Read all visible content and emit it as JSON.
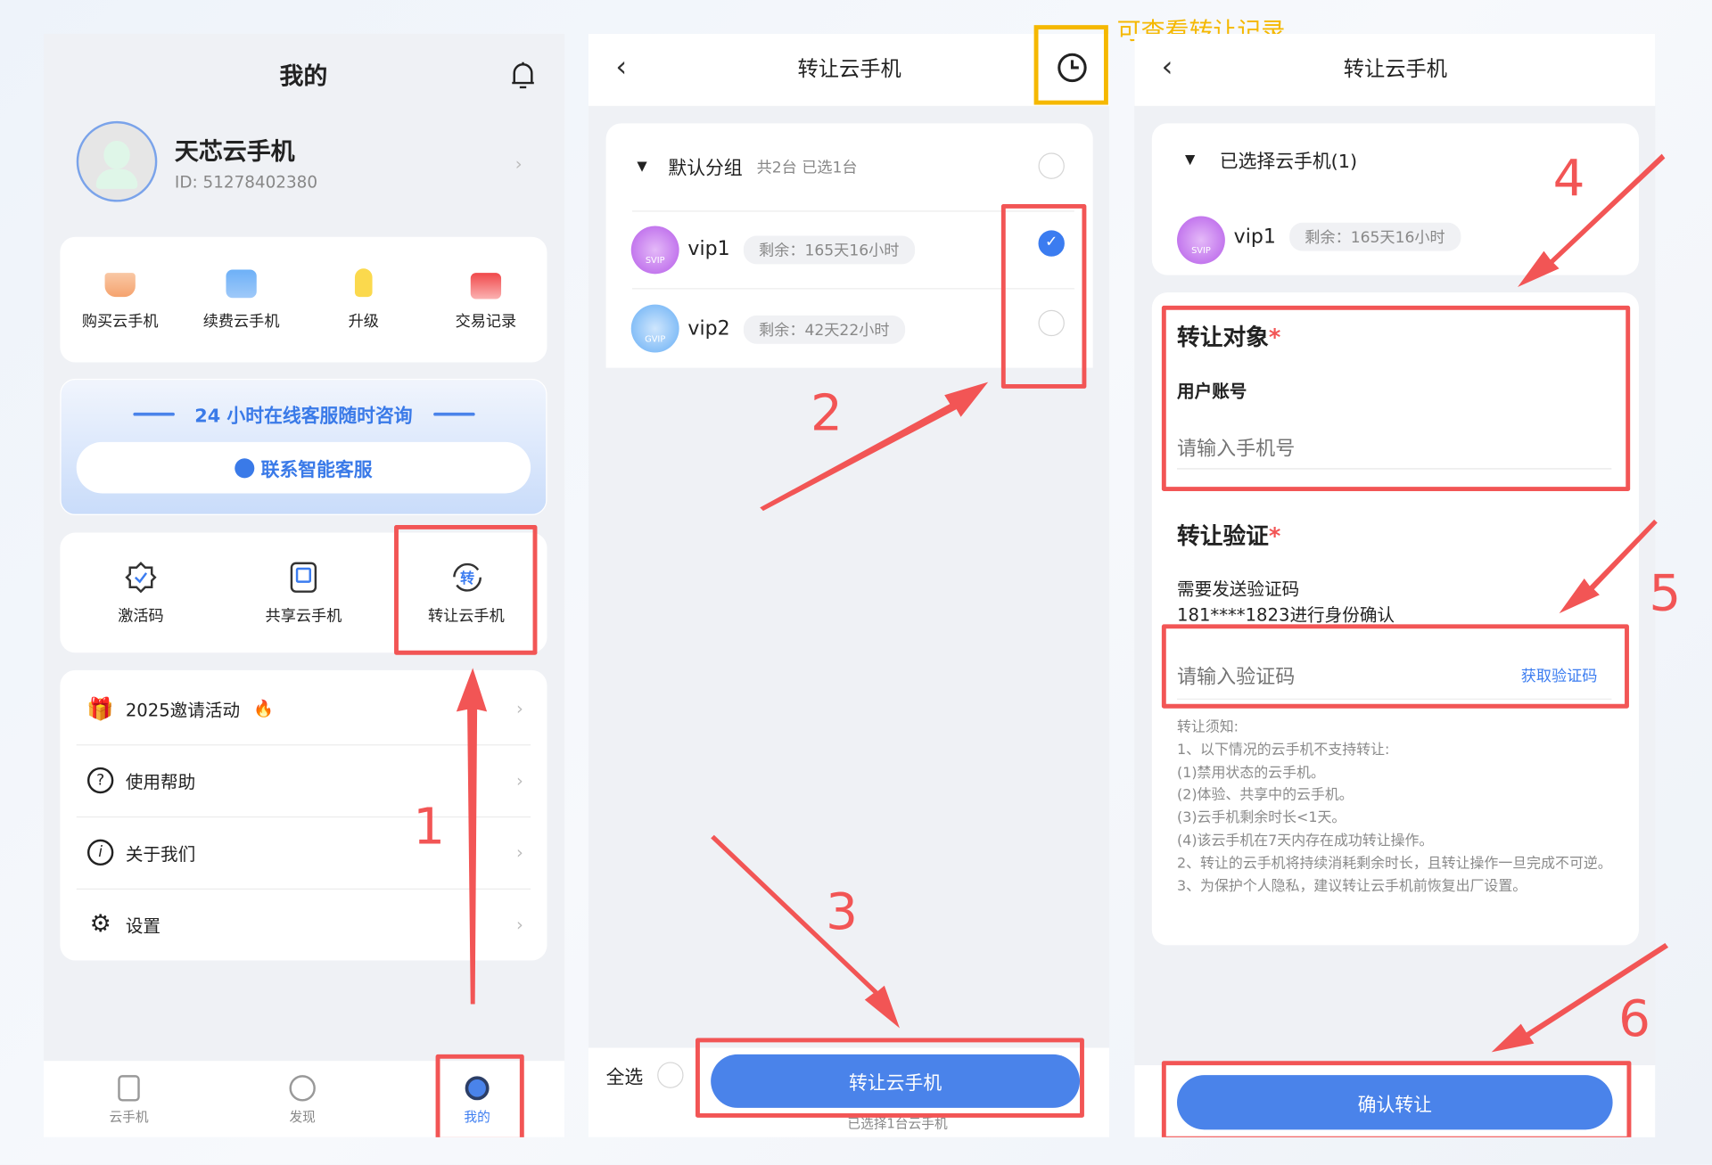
{
  "colors": {
    "accent": "#4a83ea",
    "annotation": "#f25555",
    "highlight": "#f5b800"
  },
  "panel1": {
    "title": "我的",
    "bell_icon": "bell-icon",
    "profile": {
      "name": "天芯云手机",
      "id": "ID: 51278402380"
    },
    "quick": [
      {
        "label": "购买云手机",
        "icon": "cart-icon"
      },
      {
        "label": "续费云手机",
        "icon": "wallet-icon"
      },
      {
        "label": "升级",
        "icon": "rocket-icon"
      },
      {
        "label": "交易记录",
        "icon": "calendar-icon"
      }
    ],
    "service": {
      "title": "24 小时在线客服随时咨询",
      "button": "联系智能客服"
    },
    "tools": [
      {
        "label": "激活码",
        "icon": "badge-check-icon"
      },
      {
        "label": "共享云手机",
        "icon": "tablet-icon"
      },
      {
        "label": "转让云手机",
        "icon": "transfer-icon"
      }
    ],
    "menu": [
      {
        "label": "2025邀请活动",
        "icon": "gift-icon"
      },
      {
        "label": "使用帮助",
        "icon": "help-icon"
      },
      {
        "label": "关于我们",
        "icon": "info-icon"
      },
      {
        "label": "设置",
        "icon": "gear-icon"
      }
    ],
    "nav": [
      {
        "label": "云手机"
      },
      {
        "label": "发现"
      },
      {
        "label": "我的",
        "active": true
      }
    ]
  },
  "panel2": {
    "title": "转让云手机",
    "history_hint": "可查看转让记录",
    "group": {
      "name": "默认分组",
      "summary": "共2台 已选1台"
    },
    "phones": [
      {
        "name": "vip1",
        "badge": "SVIP",
        "remaining": "剩余：165天16小时",
        "selected": true
      },
      {
        "name": "vip2",
        "badge": "GVIP",
        "remaining": "剩余：42天22小时",
        "selected": false
      }
    ],
    "select_all": "全选",
    "button": "转让云手机",
    "selected_text": "已选择1台云手机"
  },
  "panel3": {
    "title": "转让云手机",
    "selected_header": "已选择云手机(1)",
    "phone": {
      "name": "vip1",
      "badge": "SVIP",
      "remaining": "剩余：165天16小时"
    },
    "target_label": "转让对象",
    "account_label": "用户账号",
    "account_placeholder": "请输入手机号",
    "verify_label": "转让验证",
    "verify_text_1": "需要发送验证码",
    "verify_text_2": "181****1823进行身份确认",
    "code_placeholder": "请输入验证码",
    "get_code": "获取验证码",
    "notes": [
      "转让须知:",
      " 1、以下情况的云手机不支持转让:",
      " (1)禁用状态的云手机。",
      " (2)体验、共享中的云手机。",
      " (3)云手机剩余时长<1天。",
      " (4)该云手机在7天内存在成功转让操作。",
      " 2、转让的云手机将持续消耗剩余时长，且转让操作一旦完成不可逆。",
      " 3、为保护个人隐私，建议转让云手机前恢复出厂设置。"
    ],
    "button": "确认转让"
  },
  "annotations": [
    "1",
    "2",
    "3",
    "4",
    "5",
    "6"
  ]
}
